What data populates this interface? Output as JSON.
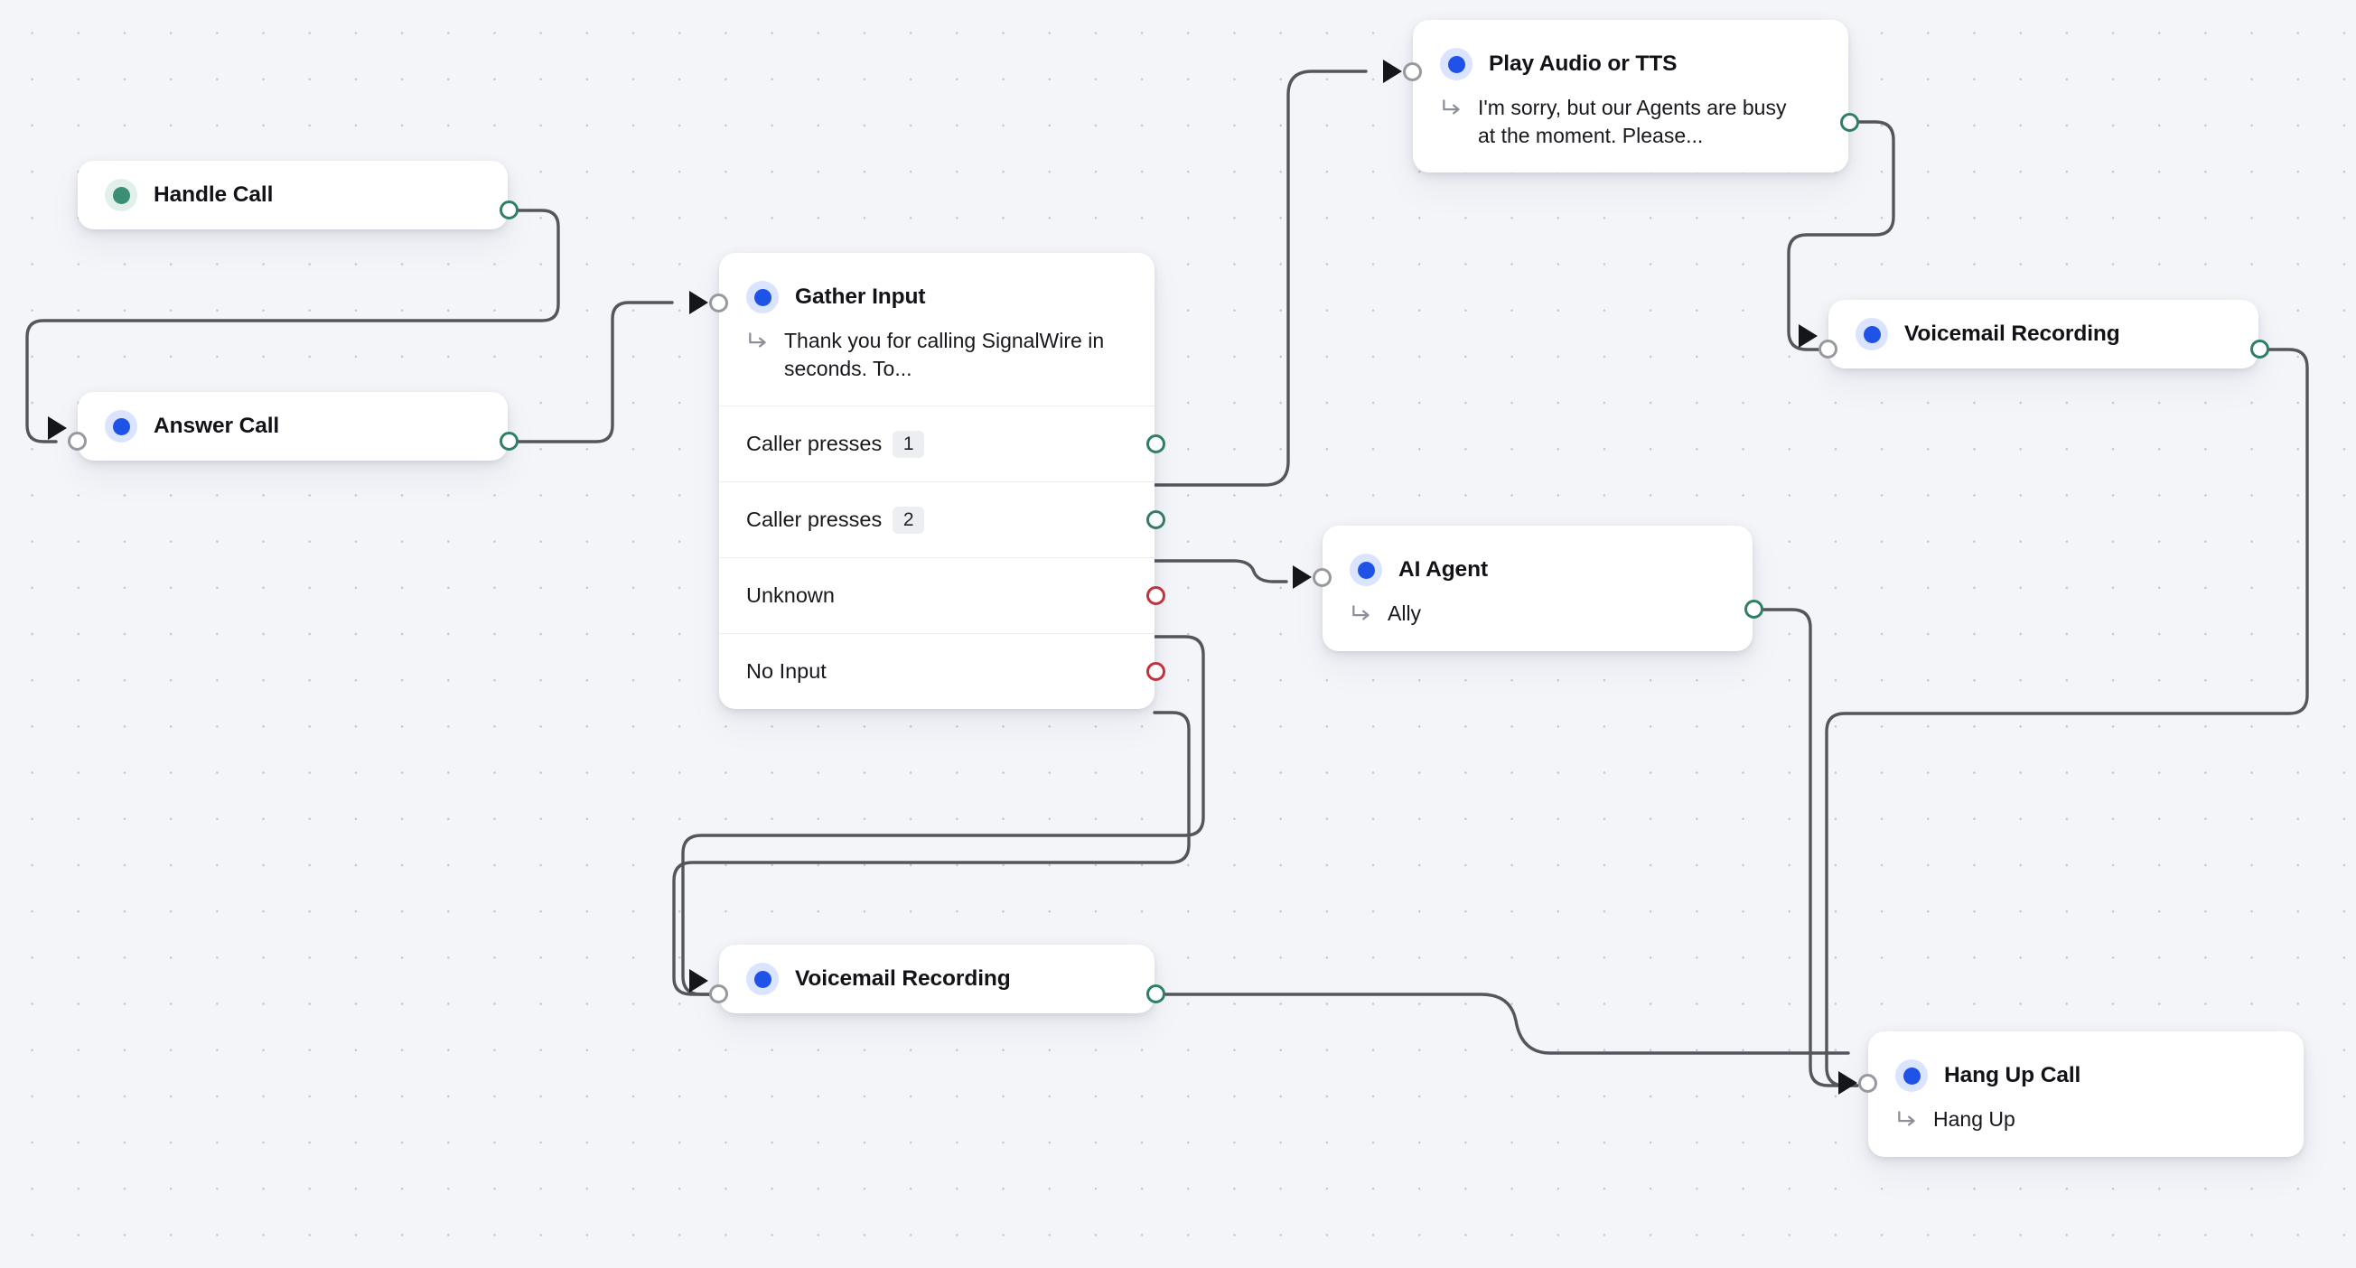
{
  "canvas": {
    "background_color": "#f3f5f9",
    "dot_color": "#c3c8d4",
    "edge_color": "#53565c",
    "accent_blue": "#1f53e8",
    "accent_green": "#3a8f74",
    "handle_source_green": "#2f7f66",
    "handle_source_red": "#c5313c",
    "handle_target_gray": "#98999e"
  },
  "nodes": {
    "handle_call": {
      "title": "Handle Call",
      "dot_color": "green"
    },
    "answer_call": {
      "title": "Answer Call",
      "dot_color": "blue"
    },
    "gather_input": {
      "title": "Gather Input",
      "subtitle": "Thank you for calling SignalWire in seconds. To...",
      "dot_color": "blue",
      "outputs": [
        {
          "label": "Caller presses",
          "badge": "1",
          "handle": "green"
        },
        {
          "label": "Caller presses",
          "badge": "2",
          "handle": "green"
        },
        {
          "label": "Unknown",
          "badge": "",
          "handle": "red"
        },
        {
          "label": "No Input",
          "badge": "",
          "handle": "red"
        }
      ]
    },
    "play_audio_tts": {
      "title": "Play Audio or TTS",
      "subtitle": "I'm sorry, but our Agents are busy at the moment. Please...",
      "dot_color": "blue"
    },
    "voicemail_recording_right": {
      "title": "Voicemail Recording",
      "dot_color": "blue"
    },
    "ai_agent": {
      "title": "AI Agent",
      "subtitle": "Ally",
      "dot_color": "blue"
    },
    "voicemail_recording_bottom": {
      "title": "Voicemail Recording",
      "dot_color": "blue"
    },
    "hang_up_call": {
      "title": "Hang Up Call",
      "subtitle": "Hang Up",
      "dot_color": "blue"
    }
  },
  "edges": [
    {
      "from": "handle_call",
      "to": "answer_call"
    },
    {
      "from": "answer_call",
      "to": "gather_input"
    },
    {
      "from": "gather_input.caller_presses_1",
      "to": "play_audio_tts"
    },
    {
      "from": "gather_input.caller_presses_2",
      "to": "ai_agent"
    },
    {
      "from": "gather_input.unknown",
      "to": "voicemail_recording_bottom"
    },
    {
      "from": "gather_input.no_input",
      "to": "voicemail_recording_bottom"
    },
    {
      "from": "play_audio_tts",
      "to": "voicemail_recording_right"
    },
    {
      "from": "voicemail_recording_right",
      "to": "hang_up_call"
    },
    {
      "from": "ai_agent",
      "to": "hang_up_call"
    },
    {
      "from": "voicemail_recording_bottom",
      "to": "hang_up_call"
    }
  ]
}
